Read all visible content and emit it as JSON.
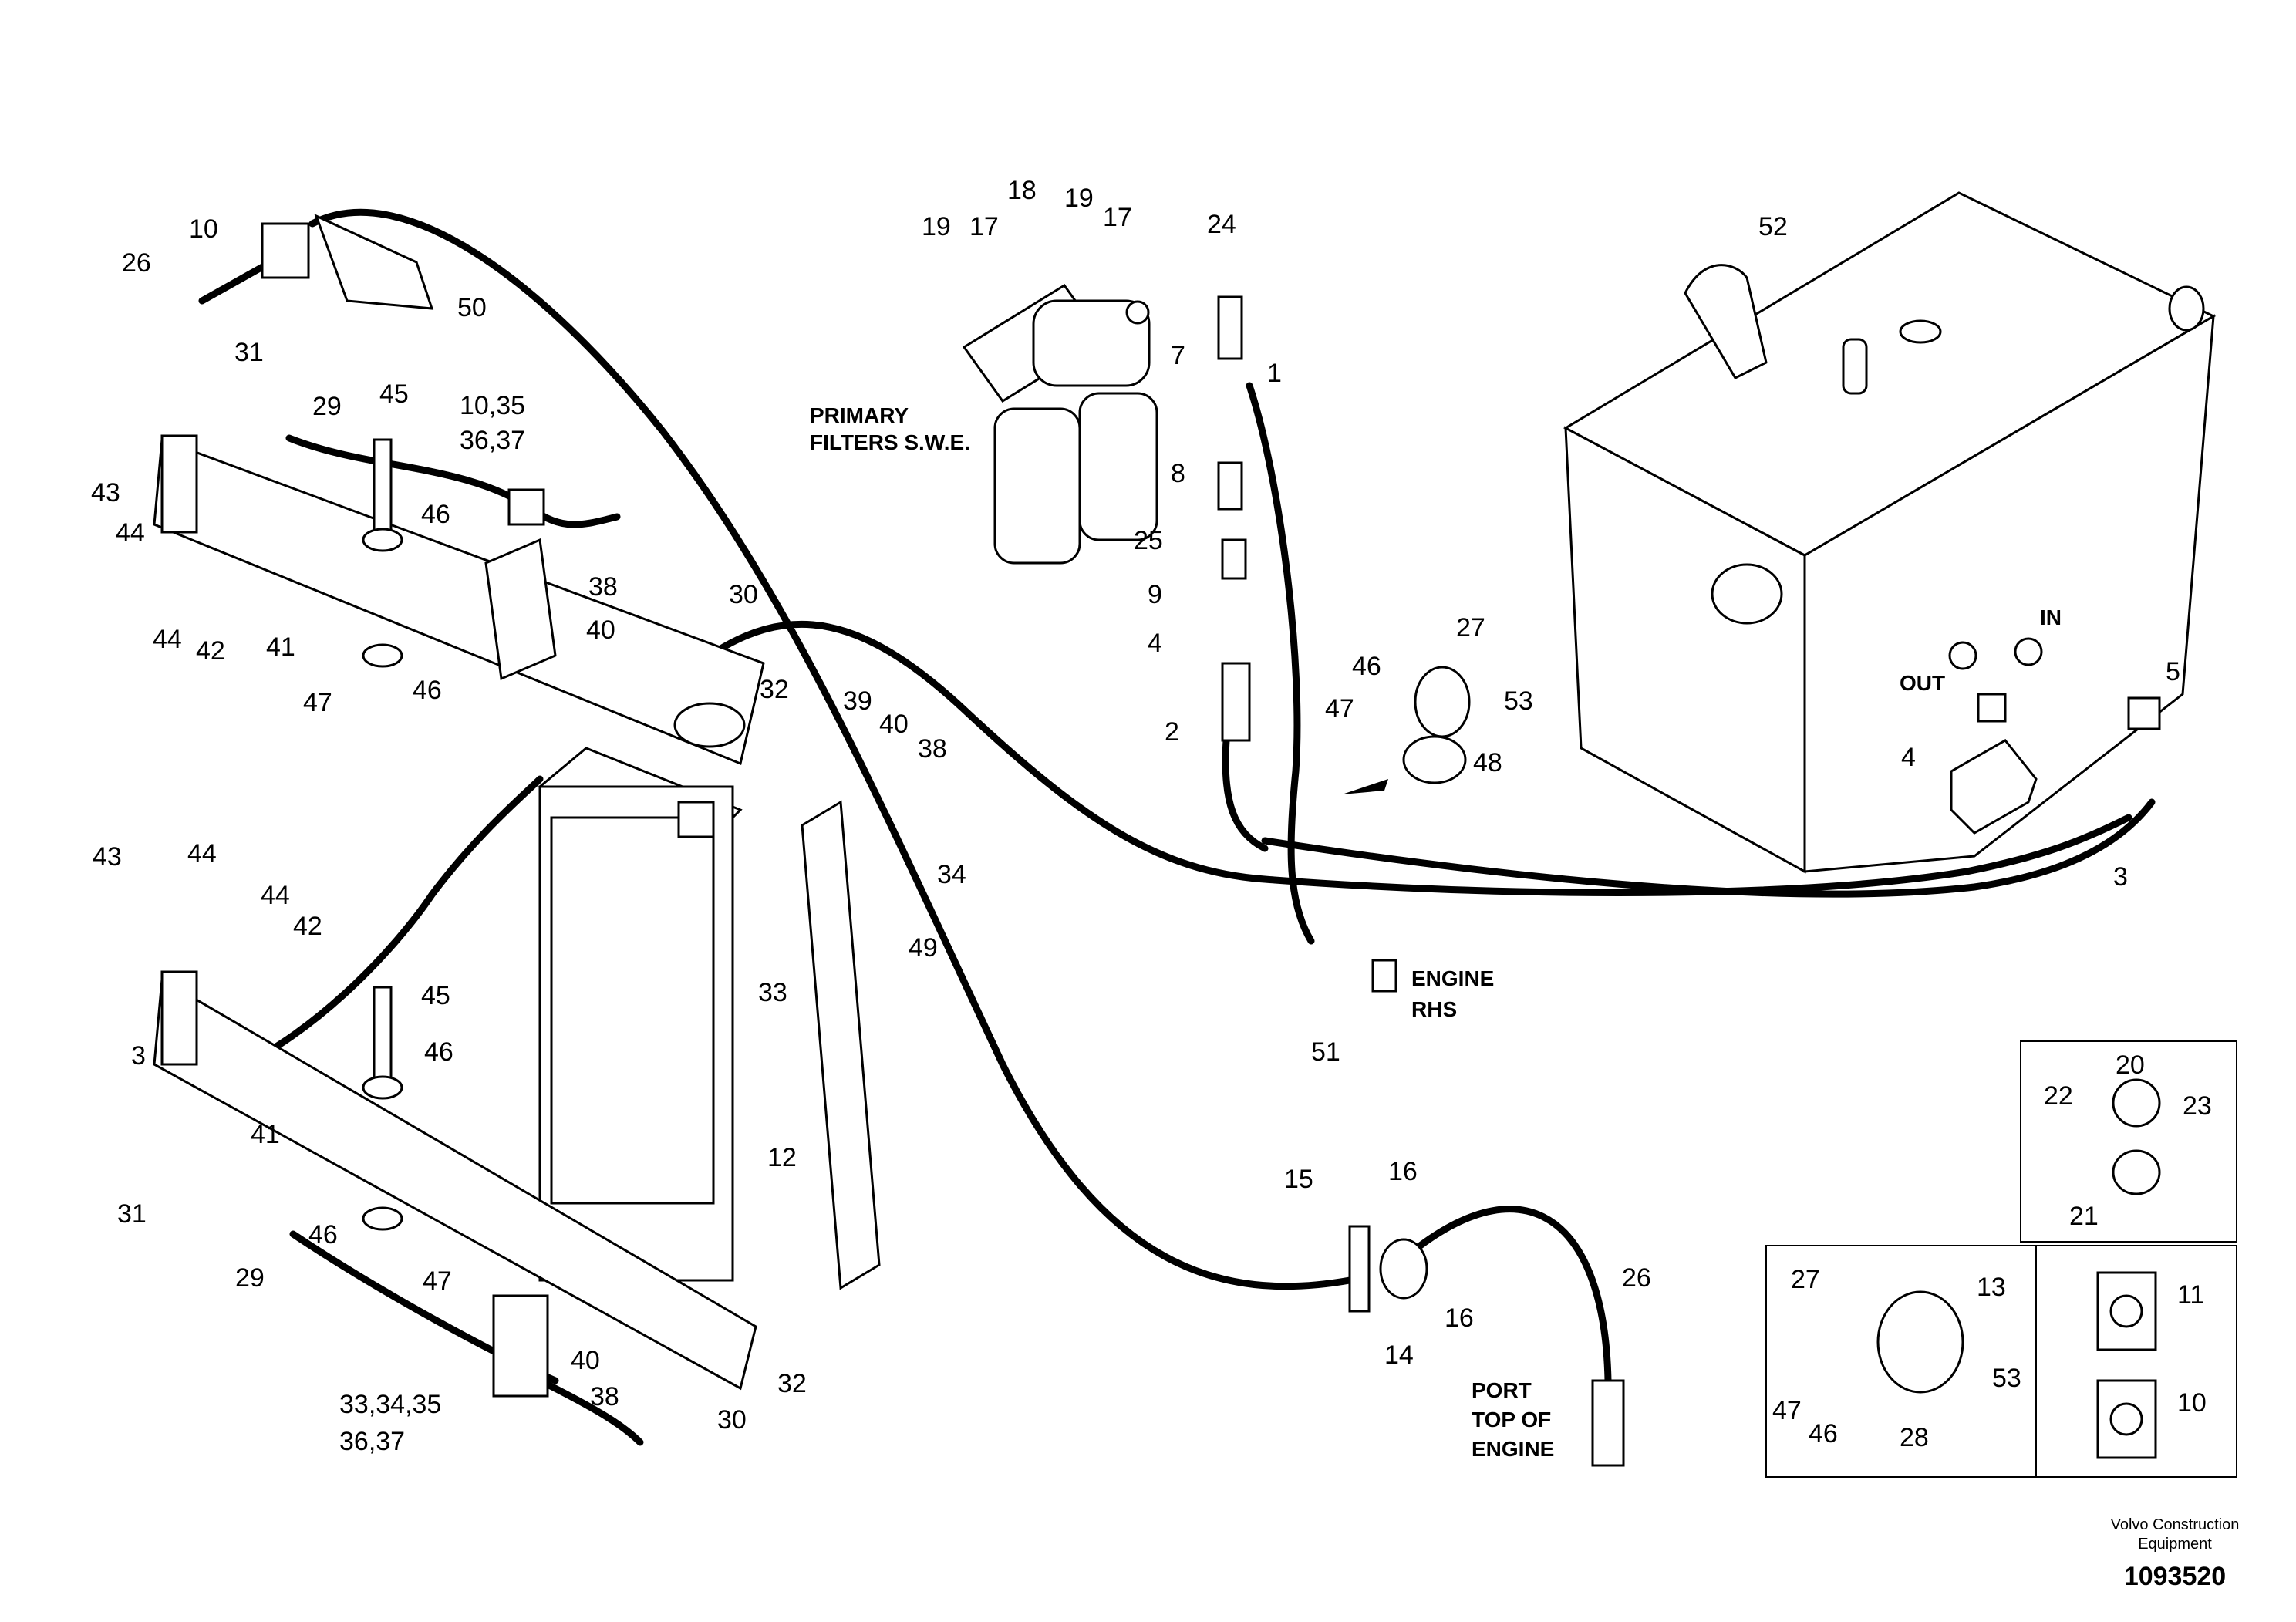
{
  "labels": {
    "l10": "10",
    "l26a": "26",
    "l50": "50",
    "l31a": "31",
    "l29a": "29",
    "l45a": "45",
    "l103537a": "10,35",
    "l3637a": "36,37",
    "l46a": "46",
    "l43a": "43",
    "l44a": "44",
    "l44b": "44",
    "l42a": "42",
    "l41a": "41",
    "l47a": "47",
    "l46b": "46",
    "l38a": "38",
    "l30a": "30",
    "l40a": "40",
    "l32a": "32",
    "l19a": "19",
    "l17a": "17",
    "l18": "18",
    "l19b": "19",
    "l17b": "17",
    "l24": "24",
    "l7": "7",
    "l1": "1",
    "l8": "8",
    "l25": "25",
    "l9": "9",
    "l4a": "4",
    "l2": "2",
    "l27a": "27",
    "l46c": "46",
    "l47b": "47",
    "l53a": "53",
    "l48": "48",
    "l52": "52",
    "l5": "5",
    "l4b": "4",
    "l3a": "3",
    "l39": "39",
    "l40b": "40",
    "l38b": "38",
    "l34": "34",
    "l49": "49",
    "l33": "33",
    "l43b": "43",
    "l44c": "44",
    "l44d": "44",
    "l42b": "42",
    "l45b": "45",
    "l46d": "46",
    "l3b": "3",
    "l41b": "41",
    "l31b": "31",
    "l29b": "29",
    "l46e": "46",
    "l47c": "47",
    "l12": "12",
    "l32b": "32",
    "l40c": "40",
    "l38c": "38",
    "l30b": "30",
    "l3334": "33,34,35",
    "l3637b": "36,37",
    "l51": "51",
    "l15": "15",
    "l16a": "16",
    "l16b": "16",
    "l14": "14",
    "l26b": "26",
    "l20": "20",
    "l22": "22",
    "l23": "23",
    "l21": "21",
    "l27b": "27",
    "l13": "13",
    "l47d": "47",
    "l46f": "46",
    "l28": "28",
    "l53b": "53",
    "l11": "11",
    "l10b": "10"
  },
  "annotations": {
    "primary_filters_1": "PRIMARY",
    "primary_filters_2": "FILTERS S.W.E.",
    "engine_rhs_1": "ENGINE",
    "engine_rhs_2": "RHS",
    "in_label": "IN",
    "out_label": "OUT",
    "port_1": "PORT",
    "port_2": "TOP OF",
    "port_3": "ENGINE"
  },
  "footer": {
    "brand_1": "Volvo Construction",
    "brand_2": "Equipment",
    "drawing_number": "1093520"
  }
}
